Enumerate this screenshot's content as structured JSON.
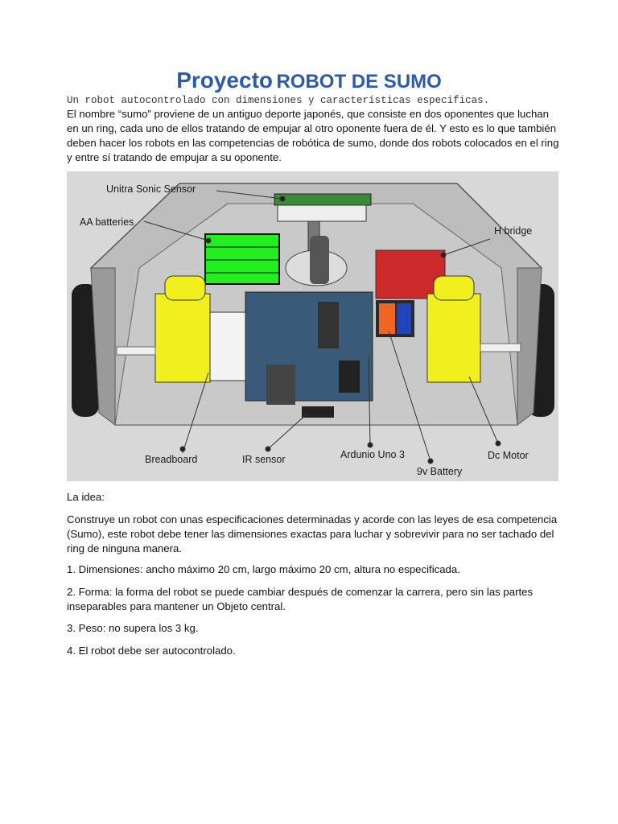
{
  "doc": {
    "title_part1": "Proyecto",
    "title_part2": "ROBOT DE SUMO",
    "subtitle": "Un robot autocontrolado con dimensiones y características especificas.",
    "intro": "El nombre “sumo” proviene de un antiguo deporte japonés, que consiste en dos oponentes que luchan en un ring, cada uno de ellos tratando de empujar al otro oponente fuera de él. Y esto es lo que también deben hacer los robots en las competencias de robótica de sumo, donde dos robots colocados en el ring y entre sí tratando de empujar a su oponente."
  },
  "figure": {
    "labels": {
      "ultrasonic": "Unitra Sonic Sensor",
      "aa": "AA batteries",
      "hbridge": "H bridge",
      "breadboard": "Breadboard",
      "ir": "IR sensor",
      "arduino": "Ardunio Uno 3",
      "battery9v": "9v Battery",
      "dcmotor": "Dc Motor"
    }
  },
  "content": {
    "idea_heading": "La idea:",
    "idea_text": "Construye un robot con unas especificaciones determinadas y acorde con las leyes de esa competencia (Sumo), este robot debe tener las dimensiones exactas para luchar y sobrevivir para no ser tachado del ring de ninguna manera.",
    "items": [
      "1. Dimensiones: ancho máximo 20 cm, largo máximo 20 cm, altura no especificada.",
      "2. Forma: la forma del robot se puede cambiar después de comenzar la carrera, pero sin las partes inseparables para mantener un Objeto central.",
      "3. Peso: no supera los 3 kg.",
      "4. El robot debe ser autocontrolado."
    ]
  },
  "colors": {
    "title": "#2f5aa8",
    "motor_yellow": "#f2ef1e",
    "battery_green": "#22ee22",
    "board_blue": "#3a5a7a",
    "hbridge_red": "#cc2a2a"
  }
}
